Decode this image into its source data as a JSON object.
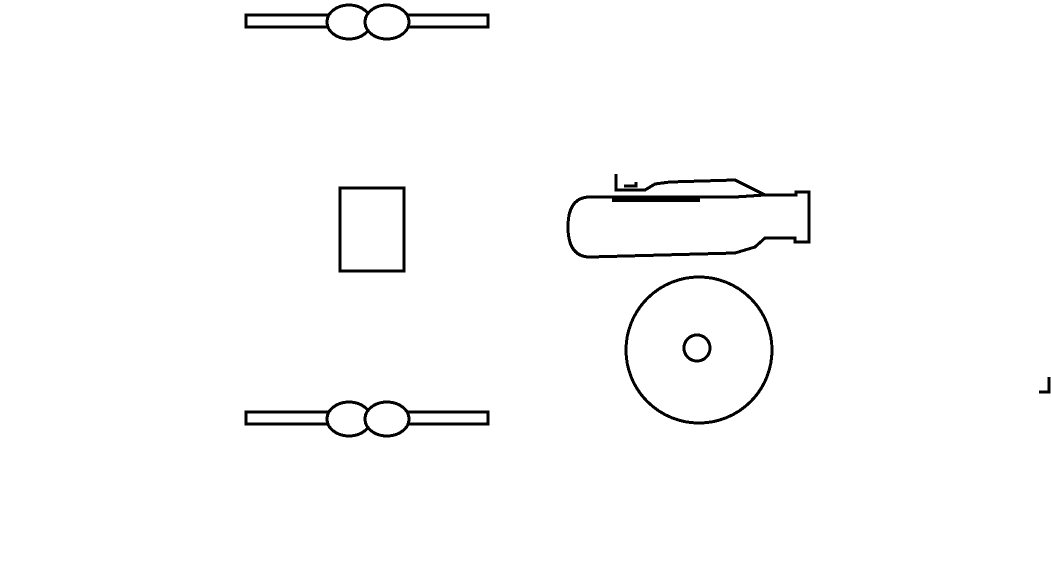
{
  "scene": {
    "background_color": "#ffffff",
    "ink_color": "#000000",
    "objects": [
      {
        "id": "bone-top",
        "icon": "bone-icon"
      },
      {
        "id": "bone-bottom",
        "icon": "bone-icon"
      },
      {
        "id": "card",
        "icon": "card-icon"
      },
      {
        "id": "cannon-barrel",
        "icon": "cannon-barrel-icon"
      },
      {
        "id": "cannon-wheel",
        "icon": "wheel-icon"
      },
      {
        "id": "edge-fragment",
        "icon": "fragment-icon"
      }
    ]
  }
}
